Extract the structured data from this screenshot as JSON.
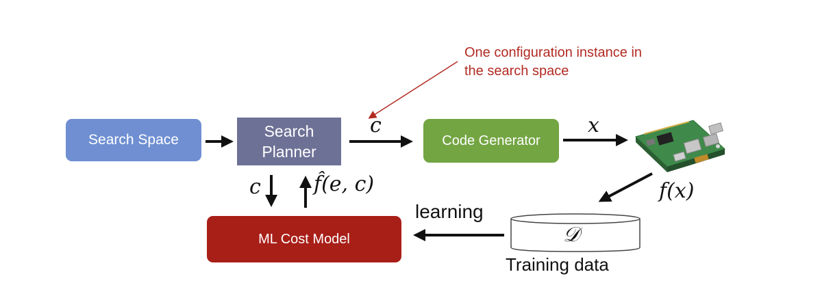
{
  "annotation": {
    "line1": "One configuration instance in",
    "line2": "the search space"
  },
  "nodes": {
    "search_space": "Search Space",
    "search_planner_line1": "Search",
    "search_planner_line2": "Planner",
    "code_generator": "Code Generator",
    "ml_cost_model": "ML Cost Model"
  },
  "edge_labels": {
    "c_top": "c",
    "x": "x",
    "c_down": "c",
    "f_hat": "f̂(e, c)",
    "f_x": "f(x)",
    "learning": "learning",
    "dataset_symbol": "𝒟",
    "training_data": "Training data"
  },
  "icons": {
    "device": "circuit-board-icon"
  },
  "colors": {
    "search_space": "#6f8fd2",
    "search_planner": "#6e7196",
    "code_generator": "#73a542",
    "ml_cost_model": "#a81f18",
    "annotation": "#b22a22"
  }
}
